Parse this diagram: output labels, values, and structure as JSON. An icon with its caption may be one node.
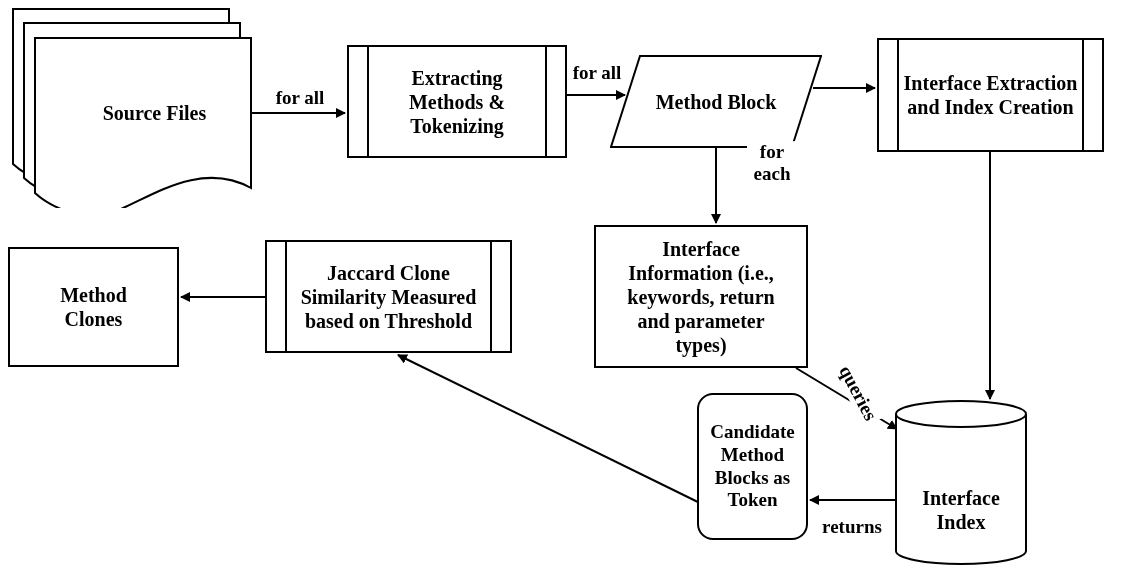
{
  "diagram": {
    "nodes": [
      {
        "text": [
          "Source Files"
        ]
      },
      {
        "text": [
          "Extracting Methods & Tokenizing"
        ]
      },
      {
        "text": [
          "Method Block"
        ]
      },
      {
        "text": [
          "Interface Extraction and Index Creation"
        ]
      },
      {
        "text": [
          "Interface Information (i.e., keywords, return and parameter types)"
        ]
      },
      {
        "text": [
          "Jaccard Clone Similarity Measured based on Threshold"
        ]
      },
      {
        "text": [
          "Method Clones"
        ]
      },
      {
        "text": [
          "Interface Index"
        ]
      },
      {
        "text": [
          "Candidate Method Blocks as Token"
        ]
      }
    ],
    "edges": [
      {
        "from": 0,
        "to": 1,
        "arrow": "to",
        "label": "for all"
      },
      {
        "from": 1,
        "to": 2,
        "arrow": "to",
        "label": "for all"
      },
      {
        "from": 2,
        "to": 3,
        "arrow": "to"
      },
      {
        "from": 3,
        "to": 7,
        "arrow": "to"
      },
      {
        "from": 2,
        "to": 4,
        "arrow": "to",
        "label": "for each"
      },
      {
        "from": 4,
        "to": 7,
        "arrow": "to",
        "label": "queries"
      },
      {
        "from": 7,
        "to": 8,
        "arrow": "to",
        "label": "returns"
      },
      {
        "from": 8,
        "to": 5,
        "arrow": "to"
      },
      {
        "from": 5,
        "to": 6,
        "arrow": "to"
      }
    ]
  }
}
